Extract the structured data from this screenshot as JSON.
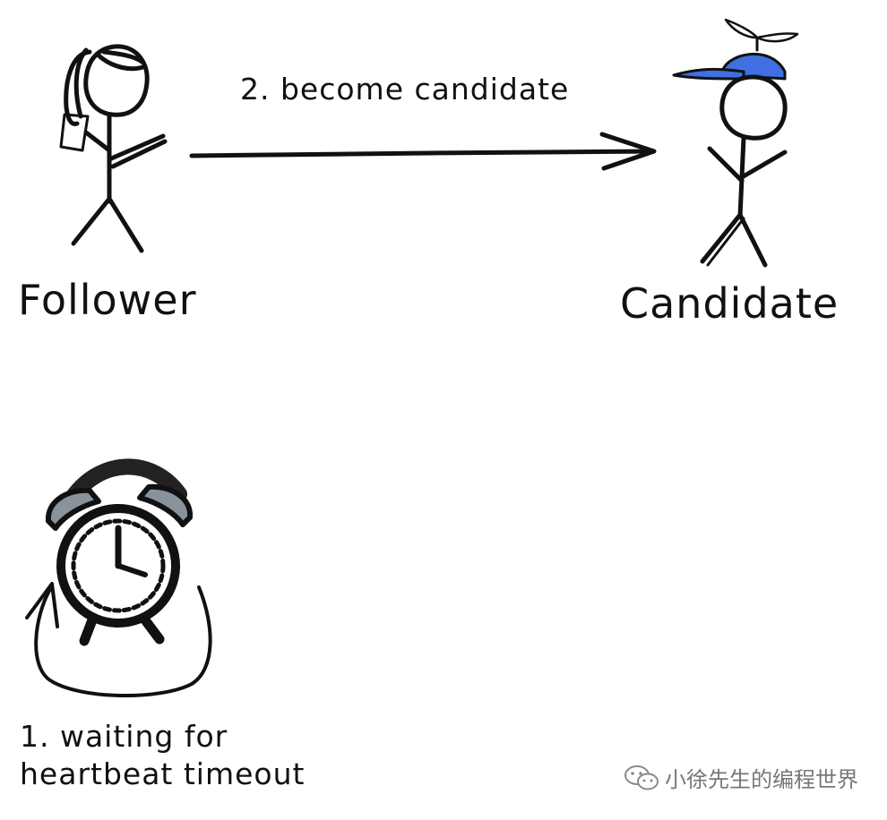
{
  "nodes": {
    "follower": {
      "label": "Follower"
    },
    "candidate": {
      "label": "Candidate"
    }
  },
  "edges": {
    "become_candidate": {
      "label": "2. become candidate"
    }
  },
  "timer": {
    "line1": "1. waiting",
    "line2": "for",
    "line3": "heartbeat timeout"
  },
  "watermark": {
    "text": "小徐先生的编程世界",
    "icon": "wechat-icon"
  },
  "colors": {
    "stroke": "#111111",
    "cap": "#3f6fe0",
    "clock_bell": "#8a929c"
  }
}
